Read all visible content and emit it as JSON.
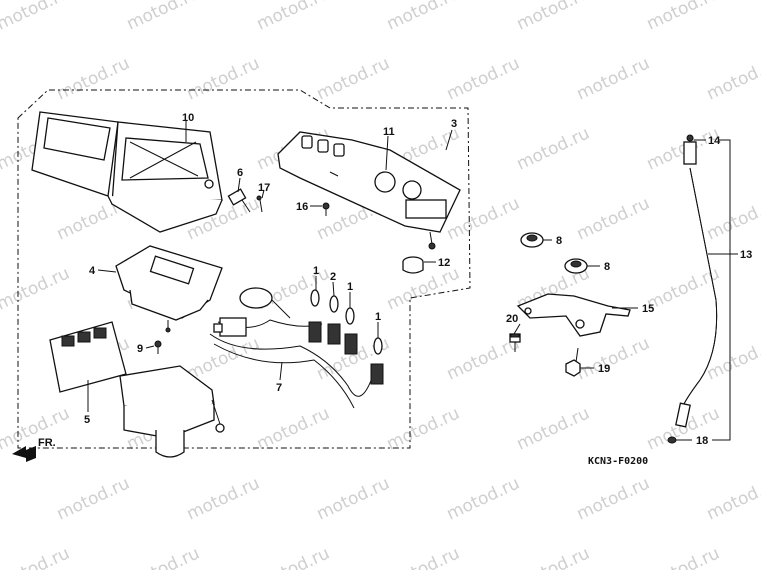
{
  "watermark": "motod.ru",
  "diagram_code": "KCN3-F0200",
  "direction_label": "FR.",
  "callouts": [
    {
      "id": "c1a",
      "label": "1"
    },
    {
      "id": "c1b",
      "label": "1"
    },
    {
      "id": "c1c",
      "label": "1"
    },
    {
      "id": "c2",
      "label": "2"
    },
    {
      "id": "c3",
      "label": "3"
    },
    {
      "id": "c4",
      "label": "4"
    },
    {
      "id": "c5",
      "label": "5"
    },
    {
      "id": "c6",
      "label": "6"
    },
    {
      "id": "c7",
      "label": "7"
    },
    {
      "id": "c8a",
      "label": "8"
    },
    {
      "id": "c8b",
      "label": "8"
    },
    {
      "id": "c9",
      "label": "9"
    },
    {
      "id": "c10",
      "label": "10"
    },
    {
      "id": "c11",
      "label": "11"
    },
    {
      "id": "c12",
      "label": "12"
    },
    {
      "id": "c13",
      "label": "13"
    },
    {
      "id": "c14",
      "label": "14"
    },
    {
      "id": "c15",
      "label": "15"
    },
    {
      "id": "c16",
      "label": "16"
    },
    {
      "id": "c17",
      "label": "17"
    },
    {
      "id": "c18",
      "label": "18"
    },
    {
      "id": "c19",
      "label": "19"
    },
    {
      "id": "c20",
      "label": "20"
    }
  ]
}
